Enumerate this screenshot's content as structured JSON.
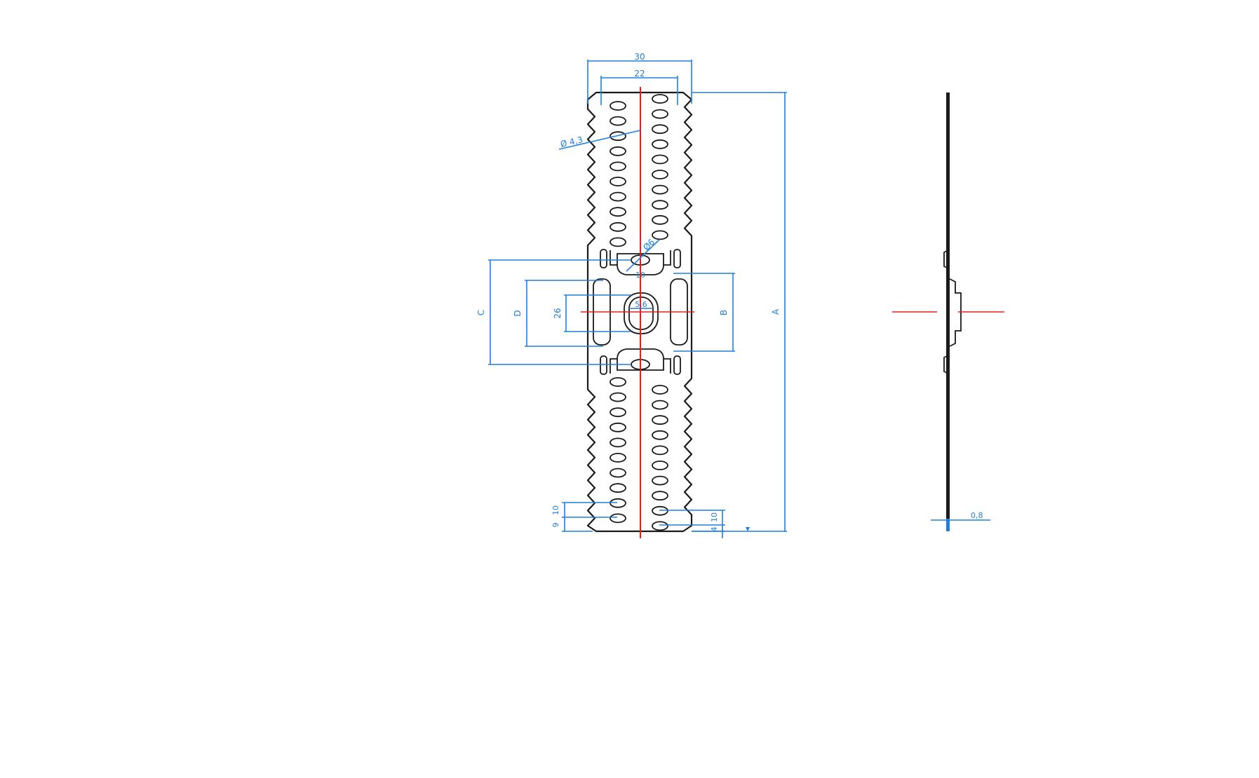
{
  "drawing": {
    "dimensions": {
      "overall_width": "30",
      "hole_spacing": "22",
      "hole_diameter": "Ø 4,3",
      "center_hole": "Ø6",
      "tab_width": "10",
      "slot_width": "5,6",
      "slot_length": "26",
      "dim_b": "B",
      "dim_c": "C",
      "dim_d": "D",
      "dim_a": "A",
      "pitch": "10",
      "end_offset_left": "9",
      "end_offset_right": "4",
      "pitch_right": "10",
      "thickness": "0,8"
    },
    "colors": {
      "outline": "#1a1a1a",
      "dimension": "#1f7fe0",
      "axis": "#e02020"
    }
  }
}
